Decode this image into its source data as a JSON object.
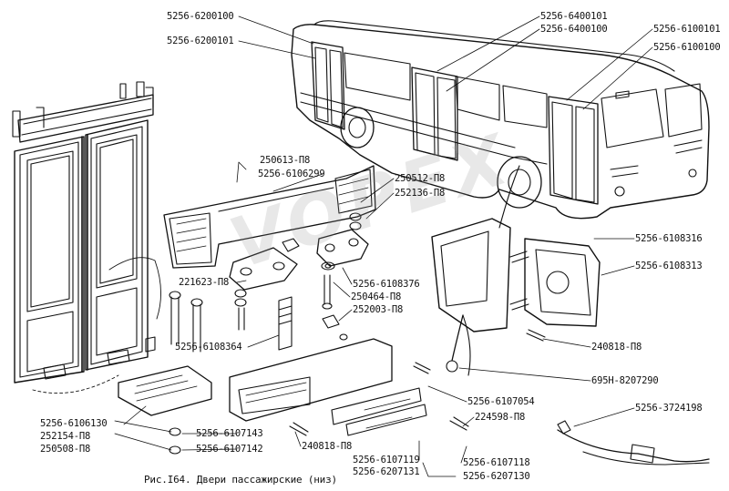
{
  "caption": "Рис.I64. Двери пассажирские (низ)",
  "watermark": "VOPEX",
  "colors": {
    "ink": "#111111",
    "watermark": "#9a9a9a",
    "background": "#ffffff"
  },
  "part_labels": {
    "l1": "5256-6200100",
    "l2": "5256-6200101",
    "l3": "5256-6400101",
    "l4": "5256-6400100",
    "l5": "5256-6100101",
    "l6": "5256-6100100",
    "l7": "250613-П8",
    "l8": "5256-6106299",
    "l9": "250512-П8",
    "l10": "252136-П8",
    "l11": "5256-6108316",
    "l12": "5256-6108313",
    "l13": "221623-П8",
    "l14": "5256-6108376",
    "l15": "250464-П8",
    "l16": "252003-П8",
    "l17": "5256-6108364",
    "l18": "240818-П8",
    "l19": "695Н-8207290",
    "l20": "5256-6107054",
    "l21": "5256-3724198",
    "l22": "5256-6106130",
    "l23": "224598-П8",
    "l24": "252154-П8",
    "l25": "5256-6107143",
    "l26": "250508-П8",
    "l27": "5256-6107142",
    "l28": "240818-П8",
    "l29": "5256-6107119",
    "l30": "5256-6207131",
    "l31": "5256-6107118",
    "l32": "5256-6207130"
  }
}
